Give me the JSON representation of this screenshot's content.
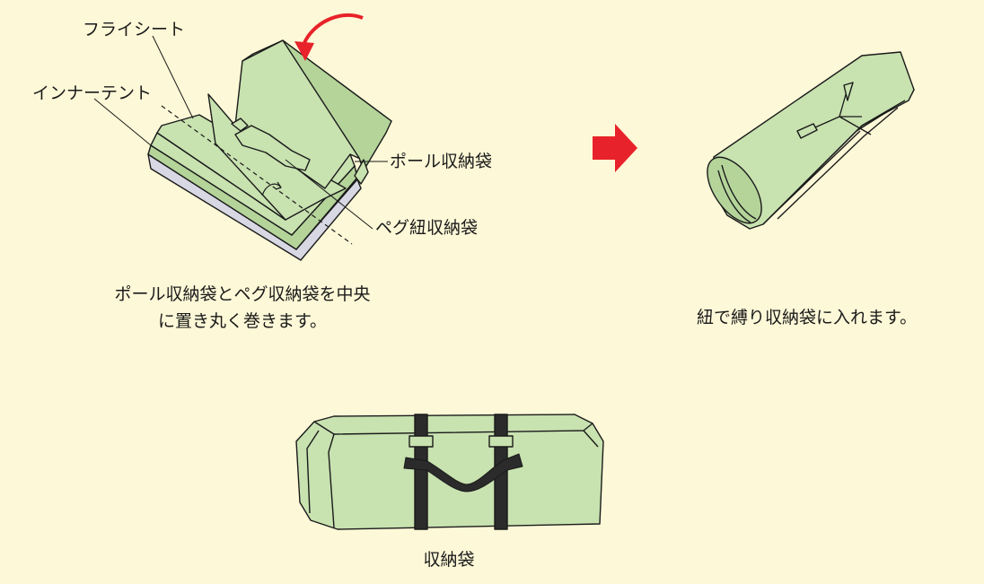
{
  "colors": {
    "background": "#fdf8d7",
    "fabric": "#c8e2b0",
    "fabric_dark": "#b4d49a",
    "floor_sheet": "#d8d8e4",
    "arrow": "#e8222a",
    "outline": "#1a1a1a",
    "strap": "#2b2b2b"
  },
  "step1": {
    "label_fly_sheet": "フライシート",
    "label_inner_tent": "インナーテント",
    "label_pole_bag": "ポール収納袋",
    "label_peg_bag": "ペグ紐収納袋",
    "caption_line1": "ポール収納袋とペグ収納袋を中央",
    "caption_line2": "に置き丸く巻きます。"
  },
  "step2": {
    "caption": "紐で縛り収納袋に入れます。"
  },
  "step3": {
    "caption": "収納袋"
  },
  "icons": [
    "curved-arrow-icon",
    "right-arrow-icon"
  ]
}
